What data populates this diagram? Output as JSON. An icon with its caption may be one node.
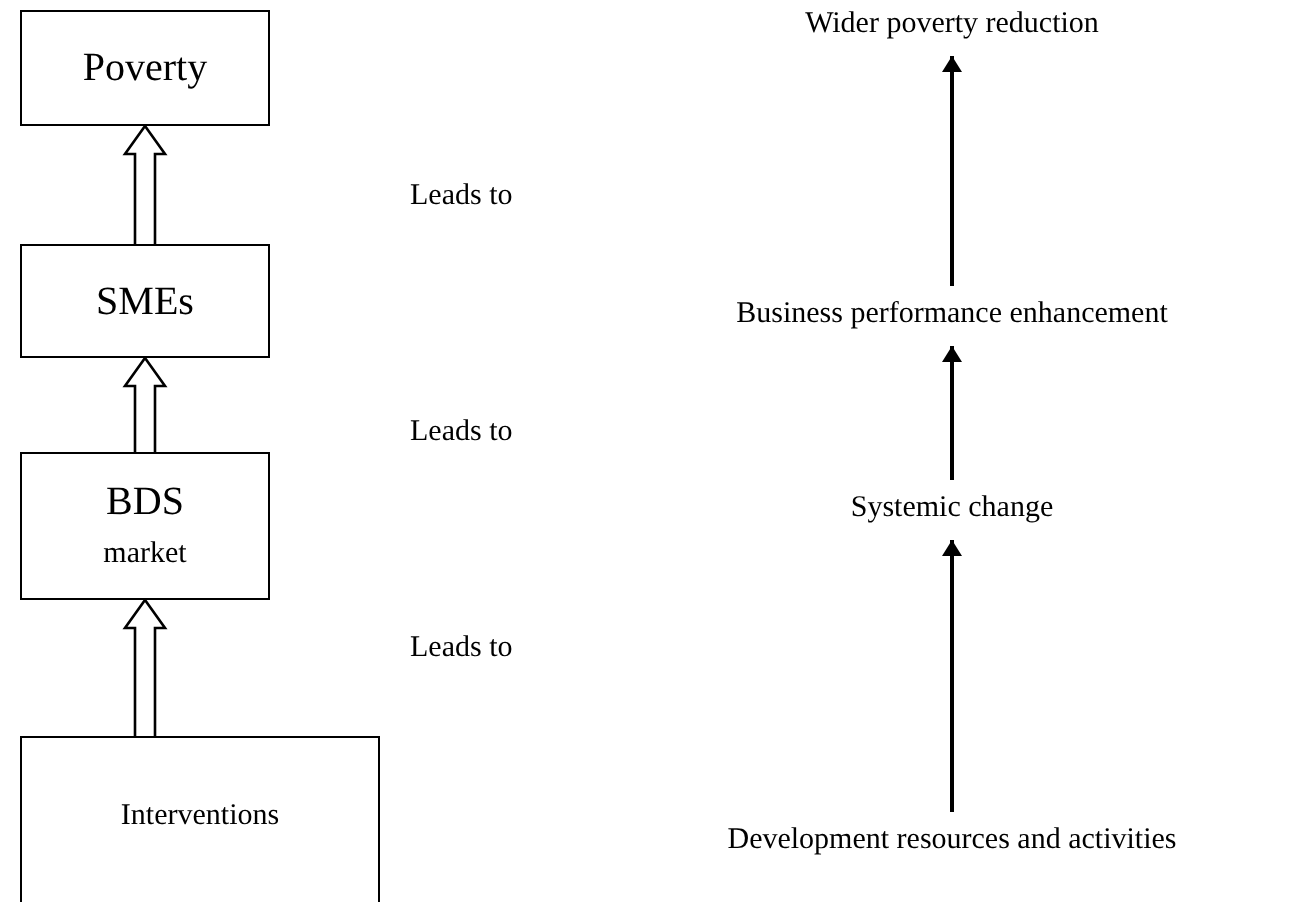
{
  "diagram": {
    "nodes": [
      {
        "text": [
          "Poverty"
        ]
      },
      {
        "text": [
          "Wider poverty reduction"
        ]
      },
      {
        "text": [
          "SMEs"
        ]
      },
      {
        "text": [
          "Business performance enhancement"
        ]
      },
      {
        "text": [
          "BDS",
          "market"
        ]
      },
      {
        "text": [
          "Systemic change"
        ]
      },
      {
        "text": [
          "Interventions"
        ]
      },
      {
        "text": [
          "Development resources and activities"
        ]
      }
    ],
    "edges": [
      {
        "from": 6,
        "to": 4,
        "arrow": "to",
        "style": "thick"
      },
      {
        "from": 4,
        "to": 2,
        "arrow": "to",
        "style": "thick"
      },
      {
        "from": 2,
        "to": 0,
        "arrow": "to",
        "style": "thick"
      },
      {
        "from": 7,
        "to": 5,
        "arrow": "to"
      },
      {
        "from": 5,
        "to": 3,
        "arrow": "to"
      },
      {
        "from": 3,
        "to": 1,
        "arrow": "to"
      }
    ],
    "labels": [
      "Leads to",
      "Leads to",
      "Leads to"
    ]
  }
}
